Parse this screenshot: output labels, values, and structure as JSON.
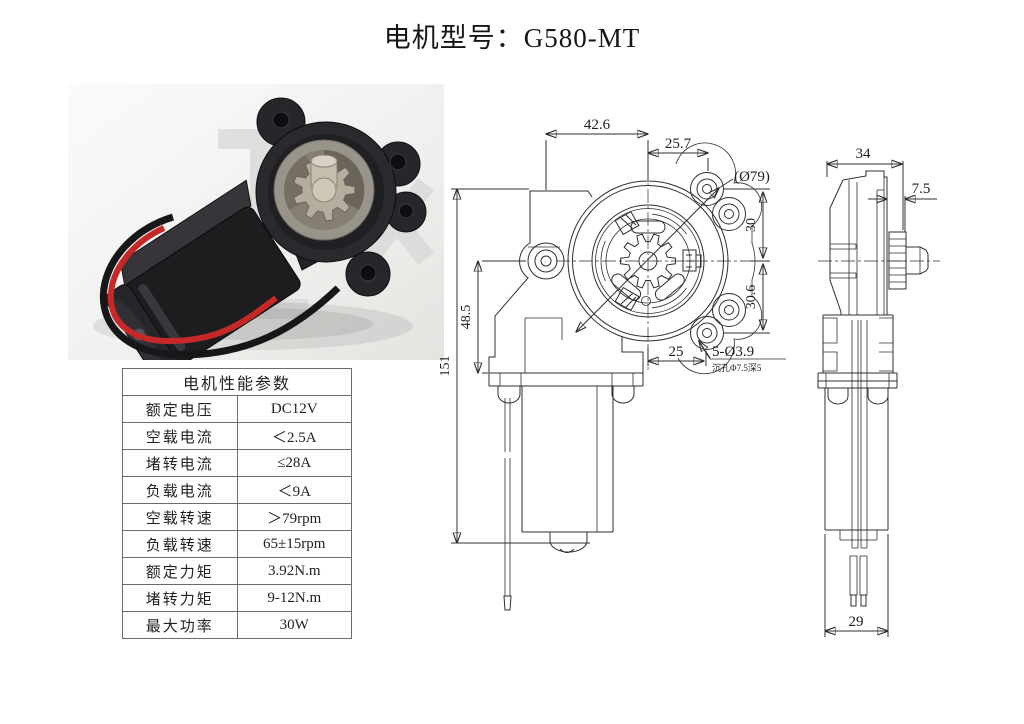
{
  "title": "电机型号：G580-MT",
  "table": {
    "header": "电机性能参数",
    "rows": [
      {
        "label": "额定电压",
        "value": "DC12V"
      },
      {
        "label": "空载电流",
        "value": "＜2.5A"
      },
      {
        "label": "堵转电流",
        "value": "≤28A"
      },
      {
        "label": "负载电流",
        "value": "＜9A"
      },
      {
        "label": "空载转速",
        "value": "＞79rpm"
      },
      {
        "label": "负载转速",
        "value": "65±15rpm"
      },
      {
        "label": "额定力矩",
        "value": "3.92N.m"
      },
      {
        "label": "堵转力矩",
        "value": "9-12N.m"
      },
      {
        "label": "最大功率",
        "value": "30W"
      }
    ]
  },
  "front_view": {
    "dim_width_top": "42.6",
    "dim_offset_top": "25.7",
    "dim_bolt_circle": "(Ø79)",
    "dim_upper_right": "30",
    "dim_lower_right": "30.6",
    "dim_bottom": "25",
    "dim_holes": "5-Ø3.9",
    "dim_holes_note": "沉孔Φ7.5深5",
    "dim_bracket_height": "48.5",
    "dim_total_height": "151"
  },
  "side_view": {
    "dim_width_top": "34",
    "dim_shaft_offset": "7.5",
    "dim_width_bottom": "29"
  },
  "colors": {
    "drawing_line": "#2f2f2f",
    "wire_red": "#c62828",
    "wire_black": "#17171a"
  }
}
